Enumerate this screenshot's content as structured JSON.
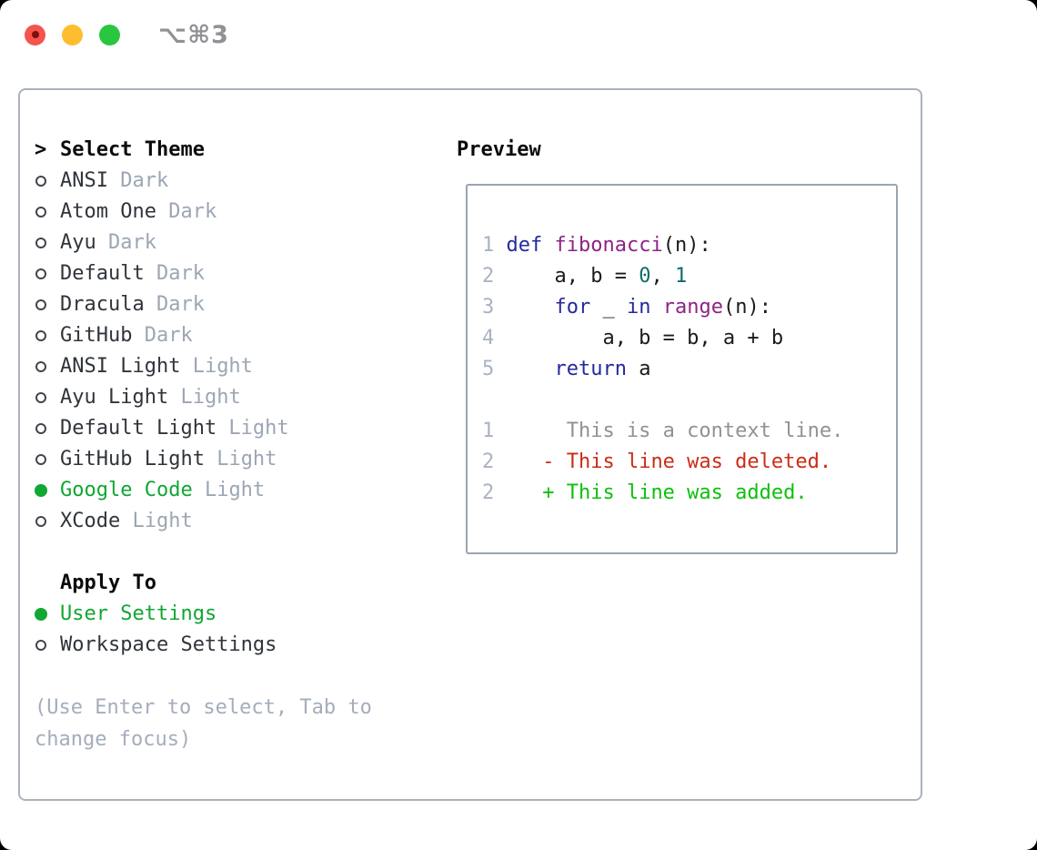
{
  "titlebar": {
    "shortcut": "⌥⌘3",
    "buttons": [
      {
        "name": "close"
      },
      {
        "name": "minimize"
      },
      {
        "name": "zoom"
      }
    ]
  },
  "theme_picker": {
    "header": "Select Theme",
    "cursor": ">",
    "items": [
      {
        "label": "ANSI",
        "variant": "Dark",
        "selected": false
      },
      {
        "label": "Atom One",
        "variant": "Dark",
        "selected": false
      },
      {
        "label": "Ayu",
        "variant": "Dark",
        "selected": false
      },
      {
        "label": "Default",
        "variant": "Dark",
        "selected": false
      },
      {
        "label": "Dracula",
        "variant": "Dark",
        "selected": false
      },
      {
        "label": "GitHub",
        "variant": "Dark",
        "selected": false
      },
      {
        "label": "ANSI Light",
        "variant": "Light",
        "selected": false
      },
      {
        "label": "Ayu Light",
        "variant": "Light",
        "selected": false
      },
      {
        "label": "Default Light",
        "variant": "Light",
        "selected": false
      },
      {
        "label": "GitHub Light",
        "variant": "Light",
        "selected": false
      },
      {
        "label": "Google Code",
        "variant": "Light",
        "selected": true
      },
      {
        "label": "XCode",
        "variant": "Light",
        "selected": false
      }
    ],
    "apply_to": {
      "header": "Apply To",
      "options": [
        {
          "label": "User Settings",
          "selected": true
        },
        {
          "label": "Workspace Settings",
          "selected": false
        }
      ]
    },
    "help_lines": [
      "(Use Enter to select, Tab to",
      "change focus)"
    ]
  },
  "preview": {
    "header": "Preview",
    "lines": [
      {
        "num": "1",
        "tokens": [
          {
            "c": "kw",
            "s": "def"
          },
          {
            "c": "pl",
            "s": " "
          },
          {
            "c": "fn",
            "s": "fibonacci"
          },
          {
            "c": "pl",
            "s": "(n):"
          }
        ]
      },
      {
        "num": "2",
        "tokens": [
          {
            "c": "pl",
            "s": "    a, b = "
          },
          {
            "c": "lit",
            "s": "0"
          },
          {
            "c": "pl",
            "s": ", "
          },
          {
            "c": "lit",
            "s": "1"
          }
        ]
      },
      {
        "num": "3",
        "tokens": [
          {
            "c": "pl",
            "s": "    "
          },
          {
            "c": "kw",
            "s": "for"
          },
          {
            "c": "pl",
            "s": " _ "
          },
          {
            "c": "kw",
            "s": "in"
          },
          {
            "c": "pl",
            "s": " "
          },
          {
            "c": "fn",
            "s": "range"
          },
          {
            "c": "pl",
            "s": "(n):"
          }
        ]
      },
      {
        "num": "4",
        "tokens": [
          {
            "c": "pl",
            "s": "        a, b = b, a + b"
          }
        ]
      },
      {
        "num": "5",
        "tokens": [
          {
            "c": "pl",
            "s": "    "
          },
          {
            "c": "kw",
            "s": "return"
          },
          {
            "c": "pl",
            "s": " a"
          }
        ]
      },
      {
        "num": "",
        "tokens": []
      },
      {
        "num": "1",
        "tokens": [
          {
            "c": "ctx",
            "s": "     This is a context line."
          }
        ]
      },
      {
        "num": "2",
        "tokens": [
          {
            "c": "pl",
            "s": "   "
          },
          {
            "c": "del",
            "s": "- This line was deleted."
          }
        ]
      },
      {
        "num": "2",
        "tokens": [
          {
            "c": "pl",
            "s": "   "
          },
          {
            "c": "add",
            "s": "+ This line was added."
          }
        ]
      }
    ]
  },
  "colors": {
    "keyword": "#232a9c",
    "function": "#8d2487",
    "literal": "#0e6b68",
    "plain": "#1b1b1b",
    "line_number": "#a9b3c2",
    "context": "#8f9297",
    "deleted": "#cb2c16",
    "added": "#0dc00d",
    "selected_green": "#10a733",
    "item_text": "#30343b",
    "variant_text": "#9ca6b4",
    "help_text": "#a5adbb",
    "traffic_red": "#f4544d",
    "traffic_red_dot": "#7c100b",
    "traffic_yellow": "#fcbd2f",
    "traffic_green": "#2bc63f"
  }
}
